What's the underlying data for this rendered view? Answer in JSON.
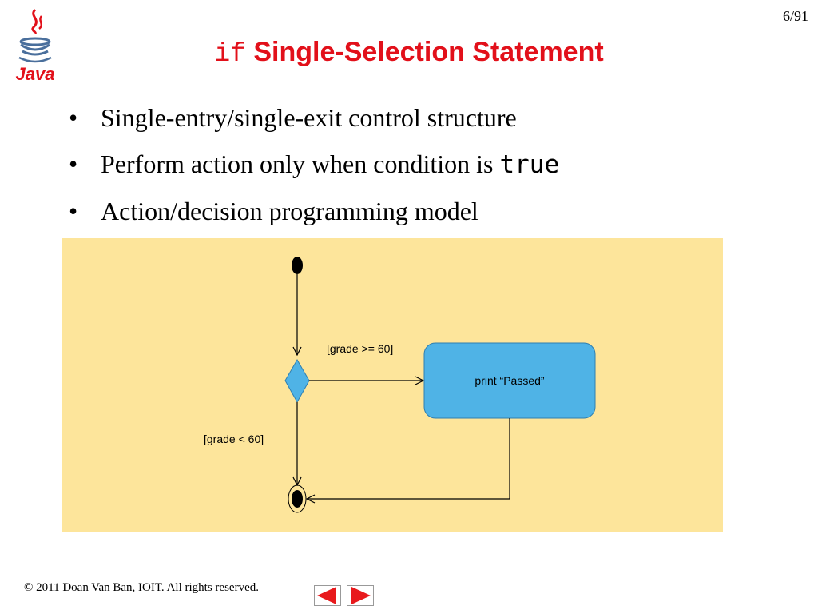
{
  "slide": {
    "page_number": "6/91",
    "title_keyword": "if",
    "title_text": " Single-Selection Statement",
    "logo_text": "Java"
  },
  "bullets": [
    {
      "text": "Single-entry/single-exit control structure"
    },
    {
      "text": "Perform action only when condition is ",
      "code": "true"
    },
    {
      "text": "Action/decision programming model"
    }
  ],
  "diagram": {
    "guard_true": "[grade >= 60]",
    "guard_false": "[grade < 60]",
    "action": "print “Passed”",
    "colors": {
      "background": "#fde59b",
      "action_fill": "#4fb3e6",
      "decision_fill": "#4fb3e6",
      "node": "#000000"
    }
  },
  "footer": {
    "copyright": "© 2011 Doan Van Ban, IOIT.  All rights reserved."
  },
  "nav": {
    "prev_icon": "arrow-left-icon",
    "next_icon": "arrow-right-icon",
    "color": "#e8191c"
  }
}
